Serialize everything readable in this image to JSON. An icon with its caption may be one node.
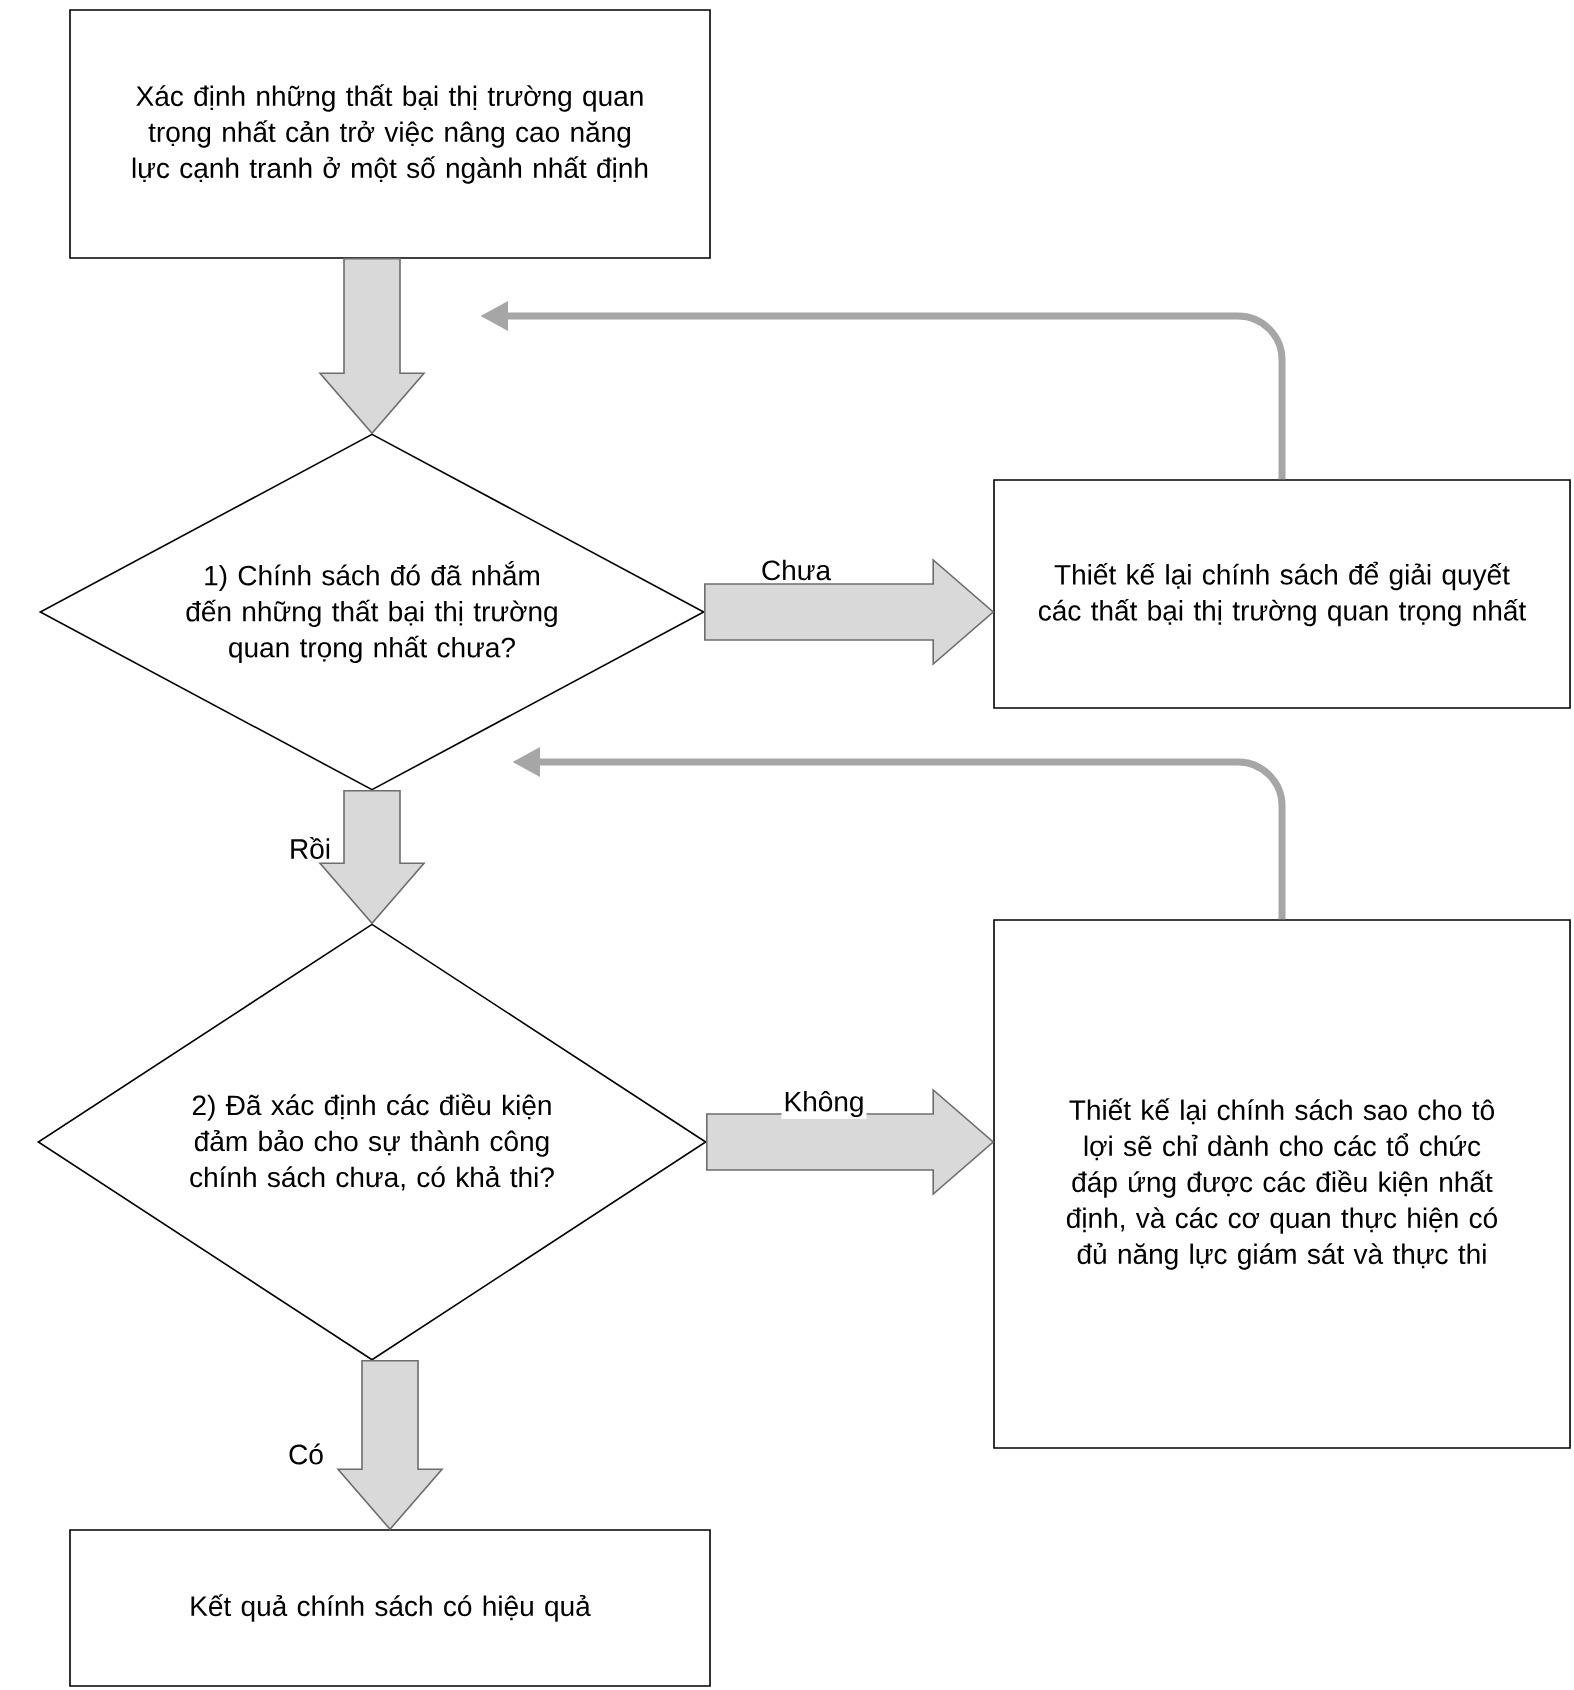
{
  "diagram": {
    "nodes": [
      {
        "text": [
          "Xác định những thất bại thị trường quan trọng nhất cản trở việc nâng cao năng lực cạnh tranh ở một số ngành nhất định"
        ]
      },
      {
        "text": [
          "1) Chính sách đó đã nhắm đến những thất bại thị trường quan trọng nhất chưa?"
        ]
      },
      {
        "text": [
          "Thiết kế lại chính sách để giải quyết các thất bại thị trường quan trọng nhất"
        ]
      },
      {
        "text": [
          "2) Đã xác định các điều kiện đảm bảo cho sự thành công chính sách chưa, có khả thi?"
        ]
      },
      {
        "text": [
          "Thiết kế lại chính sách sao cho tô lợi sẽ chỉ dành cho các tổ chức đáp ứng được các điều kiện nhất định, và các cơ quan thực hiện có đủ năng lực giám sát và thực thi"
        ]
      },
      {
        "text": [
          "Kết quả chính sách có hiệu quả"
        ]
      }
    ],
    "edges": [
      {
        "from": 0,
        "to": 1,
        "arrow": "to"
      },
      {
        "from": 1,
        "to": 2,
        "arrow": "to",
        "label": "Chưa"
      },
      {
        "from": 2,
        "to": null,
        "arrow": "to",
        "color": "#a6a6a6"
      },
      {
        "from": 1,
        "to": 3,
        "arrow": "to",
        "label": "Rồi"
      },
      {
        "from": 3,
        "to": 4,
        "arrow": "to",
        "label": "Không"
      },
      {
        "from": 4,
        "to": null,
        "arrow": "to",
        "color": "#a6a6a6"
      },
      {
        "from": 3,
        "to": 5,
        "arrow": "to",
        "label": "Có"
      }
    ]
  }
}
